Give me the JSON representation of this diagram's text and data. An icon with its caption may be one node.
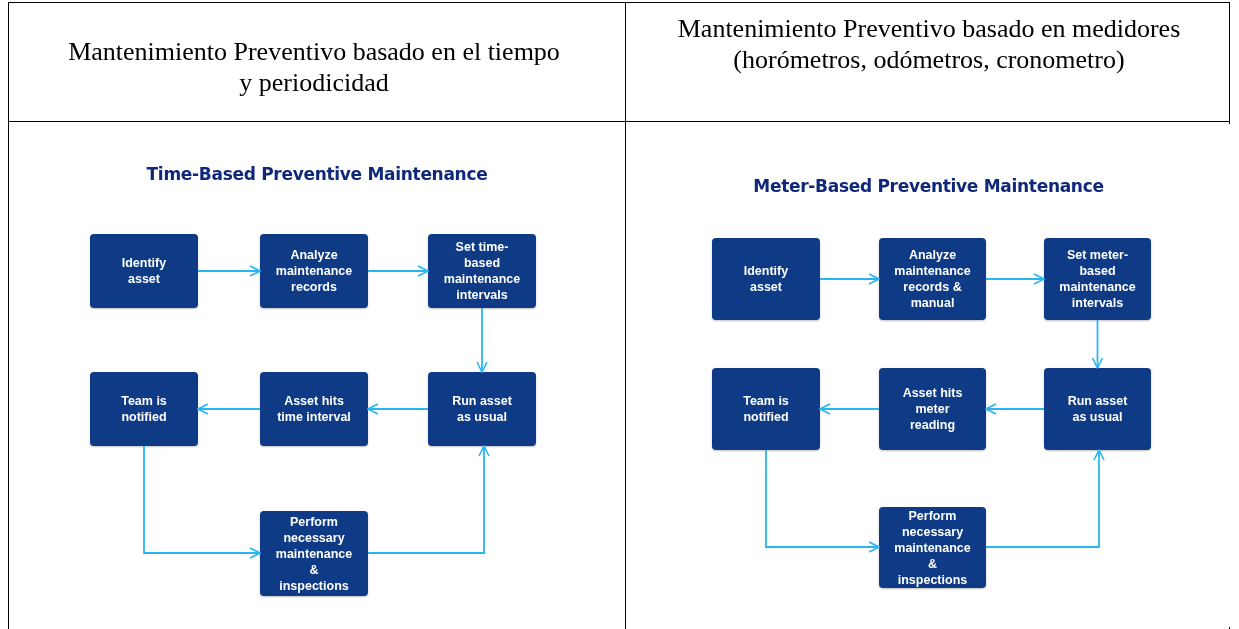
{
  "diagram": {
    "nodes": [
      {
        "text": [
          "Time-Based Preventive Maintenance"
        ]
      },
      {
        "text": [
          "Identify asset"
        ],
        "in": 0
      },
      {
        "text": [
          "Analyze maintenance records"
        ],
        "in": 0
      },
      {
        "text": [
          "Set time-based maintenance intervals"
        ],
        "in": 0
      },
      {
        "text": [
          "Team is notified"
        ],
        "in": 0
      },
      {
        "text": [
          "Asset hits time interval"
        ],
        "in": 0
      },
      {
        "text": [
          "Run asset as usual"
        ],
        "in": 0
      },
      {
        "text": [
          "Perform necessary maintenance & inspections"
        ],
        "in": 0
      },
      {
        "text": [
          "Meter-Based Preventive Maintenance"
        ]
      },
      {
        "text": [
          "Identify asset"
        ],
        "in": 8
      },
      {
        "text": [
          "Analyze maintenance records & manual"
        ],
        "in": 8
      },
      {
        "text": [
          "Set meter-based maintenance intervals"
        ],
        "in": 8
      },
      {
        "text": [
          "Team is notified"
        ],
        "in": 8
      },
      {
        "text": [
          "Asset hits meter reading"
        ],
        "in": 8
      },
      {
        "text": [
          "Run asset as usual"
        ],
        "in": 8
      },
      {
        "text": [
          "Perform necessary maintenance & inspections"
        ],
        "in": 8
      }
    ],
    "edges": [
      {
        "from": 1,
        "to": 2,
        "arrow": "to"
      },
      {
        "from": 2,
        "to": 3,
        "arrow": "to"
      },
      {
        "from": 3,
        "to": 6,
        "arrow": "to"
      },
      {
        "from": 6,
        "to": 5,
        "arrow": "to"
      },
      {
        "from": 5,
        "to": 4,
        "arrow": "to"
      },
      {
        "from": 4,
        "to": 7,
        "arrow": "to"
      },
      {
        "from": 7,
        "to": 6,
        "arrow": "to"
      },
      {
        "from": 9,
        "to": 10,
        "arrow": "to"
      },
      {
        "from": 10,
        "to": 11,
        "arrow": "to"
      },
      {
        "from": 11,
        "to": 14,
        "arrow": "to"
      },
      {
        "from": 14,
        "to": 13,
        "arrow": "to"
      },
      {
        "from": 13,
        "to": 12,
        "arrow": "to"
      },
      {
        "from": 12,
        "to": 15,
        "arrow": "to"
      },
      {
        "from": 15,
        "to": 14,
        "arrow": "to"
      }
    ],
    "labels": [
      "Mantenimiento Preventivo basado en el tiempo y periodicidad",
      "Mantenimiento Preventivo basado en medidores (horómetros, odómetros, cronometro)"
    ]
  }
}
